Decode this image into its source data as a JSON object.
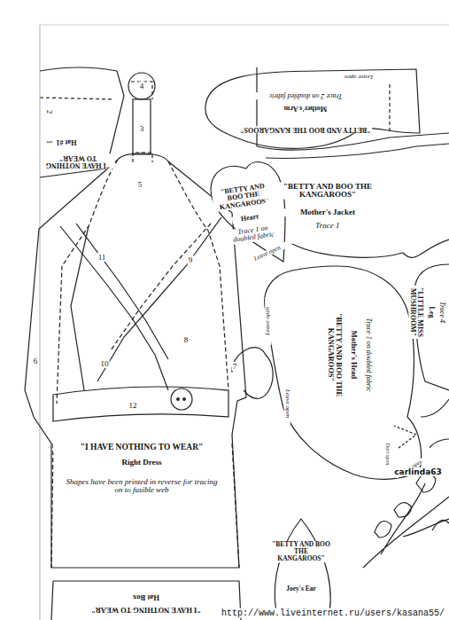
{
  "diagram": {
    "nodes": [
      {
        "text": [
          "\"I HAVE NOTHING TO WEAR\"",
          "Hat #1"
        ]
      },
      {
        "text": [
          "\"BETTY AND BOO THE KANGAROOS\"",
          "Mother's Arm",
          "Trace 2 on doubled fabric",
          "Leave open"
        ]
      },
      {
        "text": [
          "\"BETTY AND BOO THE KANGAROOS\"",
          "Heart",
          "Trace 1 on doubled fabric",
          "Leave open"
        ]
      },
      {
        "text": [
          "\"BETTY AND BOO THE KANGAROOS\"",
          "Mother's Jacket",
          "Trace 1"
        ]
      },
      {
        "text": [
          "\"LITTLE MISS MUSHROOM\"",
          "Leg",
          "Trace 4"
        ]
      },
      {
        "text": [
          "\"BETTY AND BOO THE KANGAROOS\"",
          "Mother's Head",
          "Trace 1 on doubled fabric",
          "Leave open",
          "Leave open",
          "Leave open",
          "Dart open"
        ]
      },
      {
        "text": [
          "\"I HAVE NOTHING TO WEAR\"",
          "Right Dress",
          "Shapes have been printed in reverse for tracing on to fusible web"
        ]
      },
      {
        "text": [
          "\"I HAVE NOTHING TO WEAR\"",
          "Hat Box"
        ]
      },
      {
        "text": [
          "\"BETTY AND BOO THE KANGAROOS\"",
          "Joey's Ear"
        ]
      }
    ],
    "labels": [
      "4",
      "3",
      "5",
      "11",
      "9",
      "8",
      "10",
      "7",
      "6",
      "12",
      "2",
      "1",
      "carlinda63",
      "http://www.liveinternet.ru/users/kasana55/"
    ]
  }
}
